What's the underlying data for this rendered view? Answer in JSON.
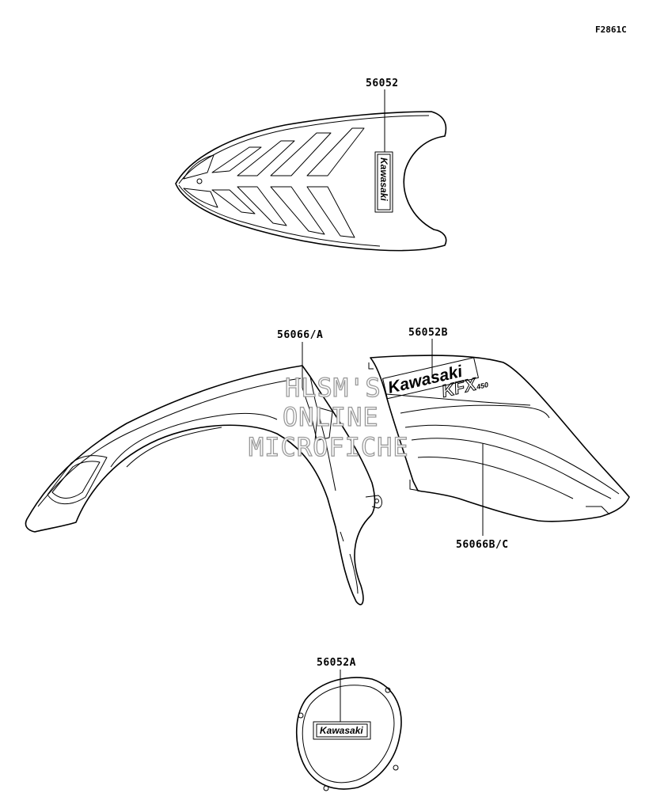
{
  "figure_code": "F2861C",
  "parts": {
    "seat_decal": "56052",
    "shroud_decal": "56052B",
    "fender_decal": "56066/A",
    "shroud_stripe": "56066B/C",
    "cover_decal": "56052A"
  },
  "logo_text": "Kawasaki",
  "model_text": "KFX",
  "model_sub": "450",
  "watermark": [
    "HLSM'S",
    "ONLINE",
    "MICROFICHE"
  ]
}
